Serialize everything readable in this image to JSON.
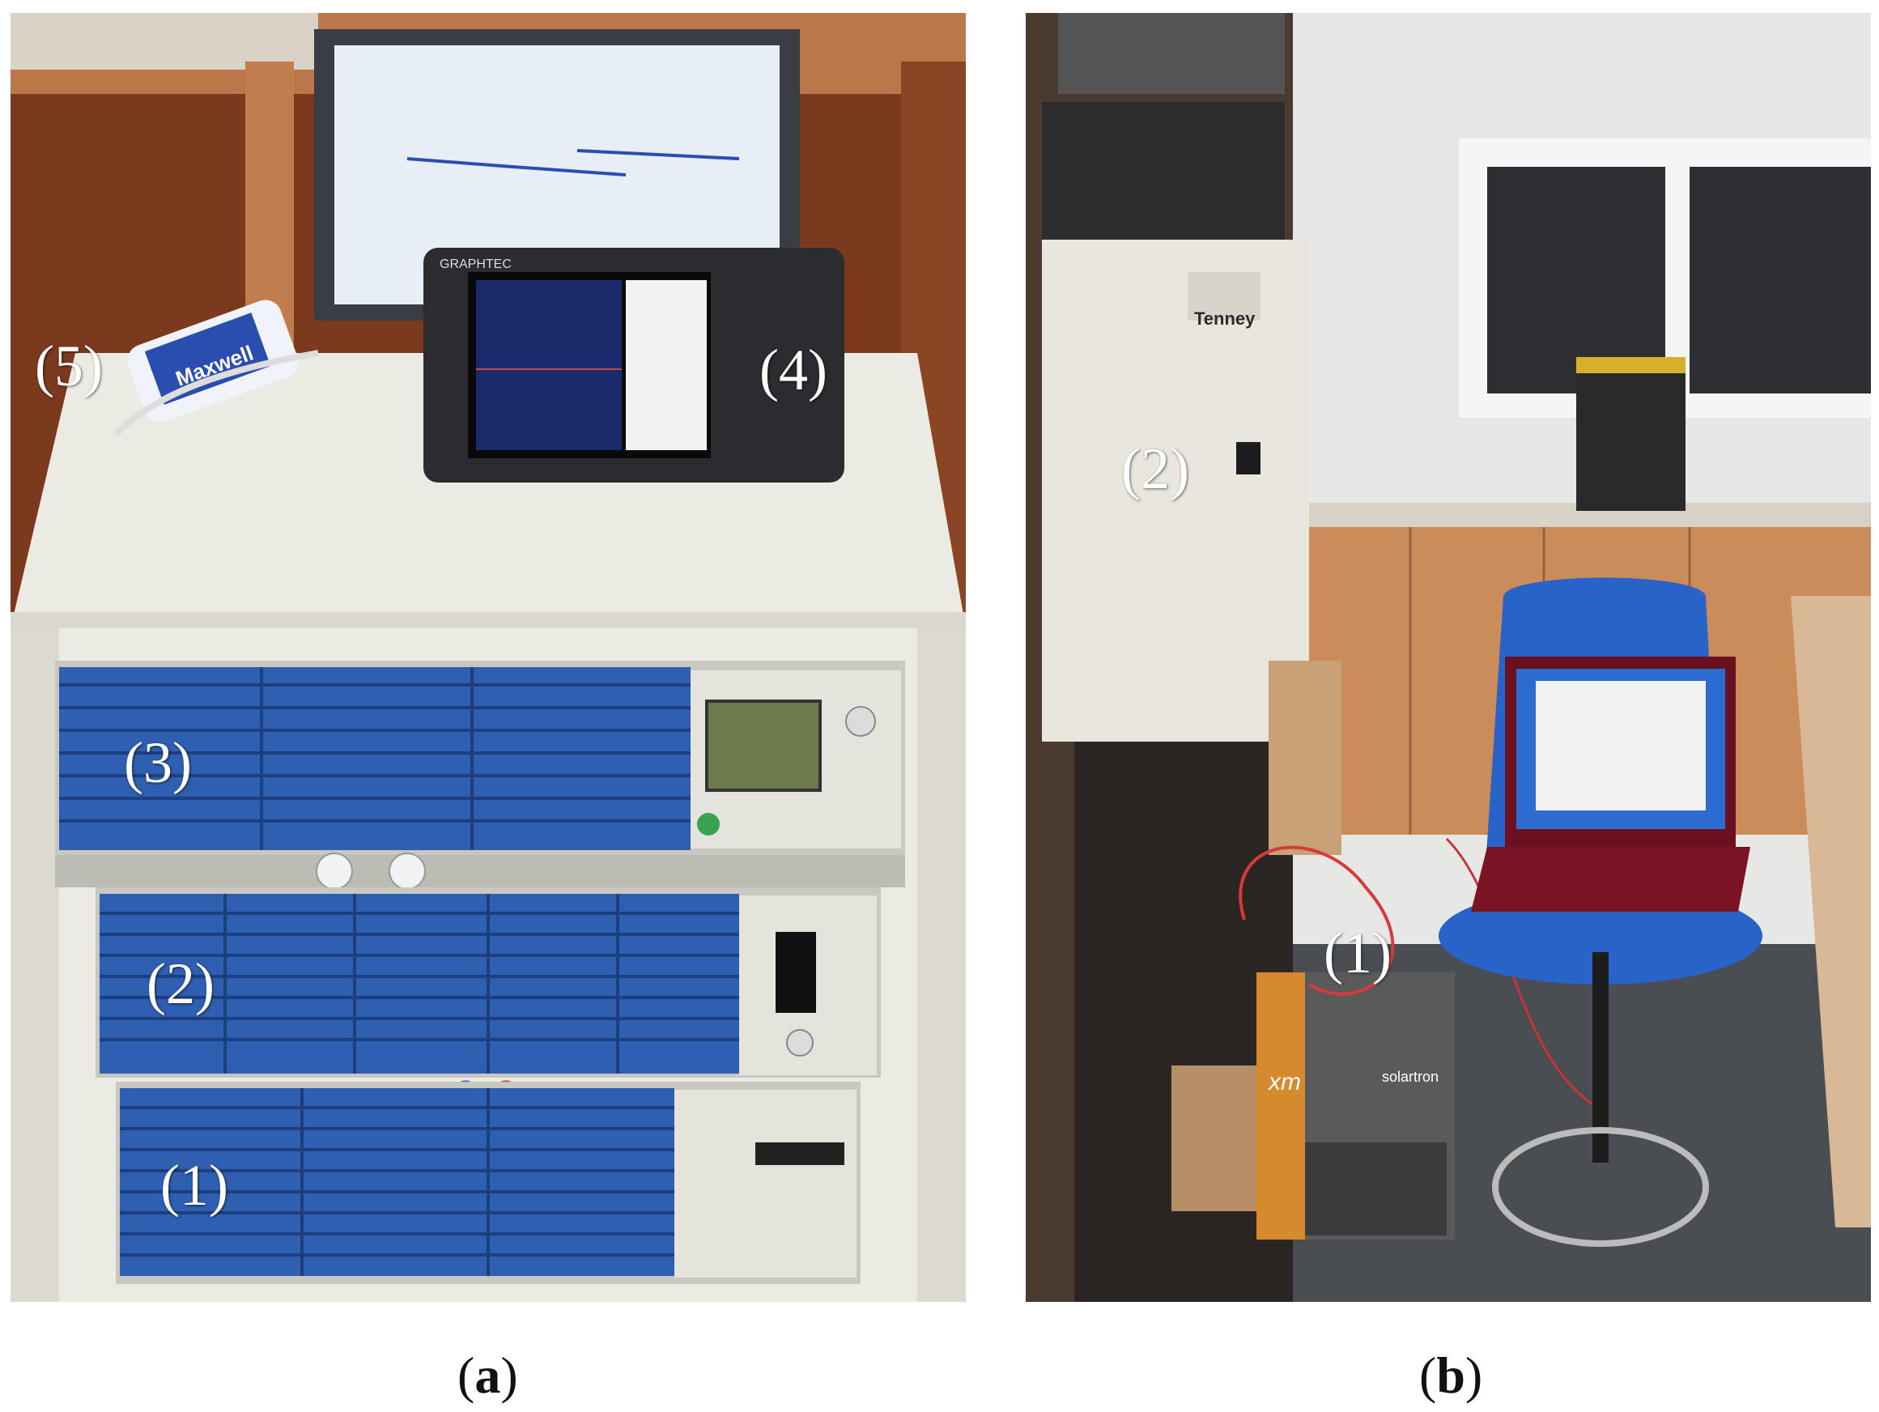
{
  "panel_a": {
    "labels": {
      "item_1": "(1)",
      "item_2": "(2)",
      "item_3": "(3)",
      "item_4": "(4)",
      "item_5": "(5)"
    },
    "caption_open": "(",
    "caption_letter": "a",
    "caption_close": ")",
    "device_text": {
      "logger_brand": "GRAPHTEC",
      "supercap_brand": "Maxwell"
    }
  },
  "panel_b": {
    "labels": {
      "item_1": "(1)",
      "item_2": "(2)"
    },
    "caption_open": "(",
    "caption_letter": "b",
    "caption_close": ")",
    "device_text": {
      "chamber_brand": "Tenney",
      "analyzer_model": "xm",
      "analyzer_brand": "solartron"
    }
  },
  "colors": {
    "rack_blue": "#2f5fb0",
    "cabinet_white": "#ecebe3",
    "floor_red": "#8a3a1c",
    "chair_blue": "#2a63c8",
    "laptop_red": "#7a1424"
  }
}
